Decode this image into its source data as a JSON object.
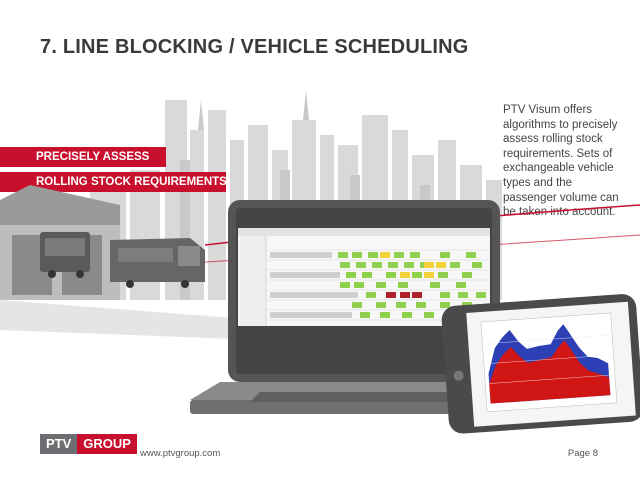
{
  "slide": {
    "title": "7. LINE BLOCKING / VEHICLE SCHEDULING",
    "ribbon_line1": "PRECISELY ASSESS",
    "ribbon_line2": "ROLLING STOCK REQUIREMENTS",
    "description": "PTV Visum offers algorithms to precisely assess rolling stock requirements. Sets of exchangeable vehicle types and the passenger volume can be taken into account."
  },
  "footer": {
    "logo_ptv": "PTV",
    "logo_group": "GROUP",
    "url": "www.ptvgroup.com",
    "page": "Page 8"
  },
  "colors": {
    "brand_red": "#c8102e",
    "brand_gray": "#6d6e71",
    "skyline": "#d6d6d6",
    "gantt_green": "#8fd14f",
    "gantt_yellow": "#f3d23b",
    "gantt_red": "#b0202a",
    "chart_blue": "#2c3fb5",
    "chart_red": "#d01515"
  }
}
